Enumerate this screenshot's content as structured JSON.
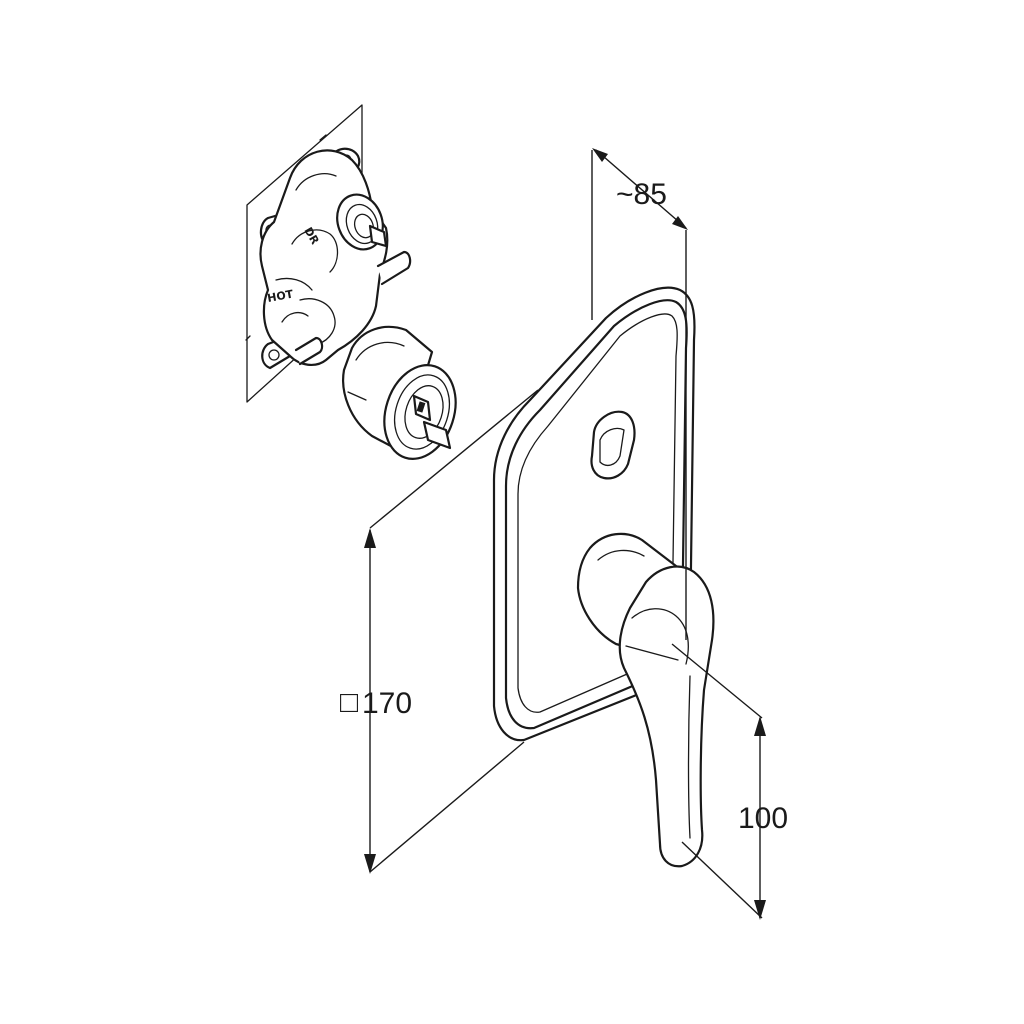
{
  "drawing": {
    "dimensions": {
      "depth_label": "~85",
      "plate_label": "170",
      "plate_symbol": "□",
      "lever_label": "100"
    },
    "body_markings": {
      "outlet_label": "DR",
      "inlet_label": "HOT"
    },
    "line_color": "#1a1a1a"
  }
}
